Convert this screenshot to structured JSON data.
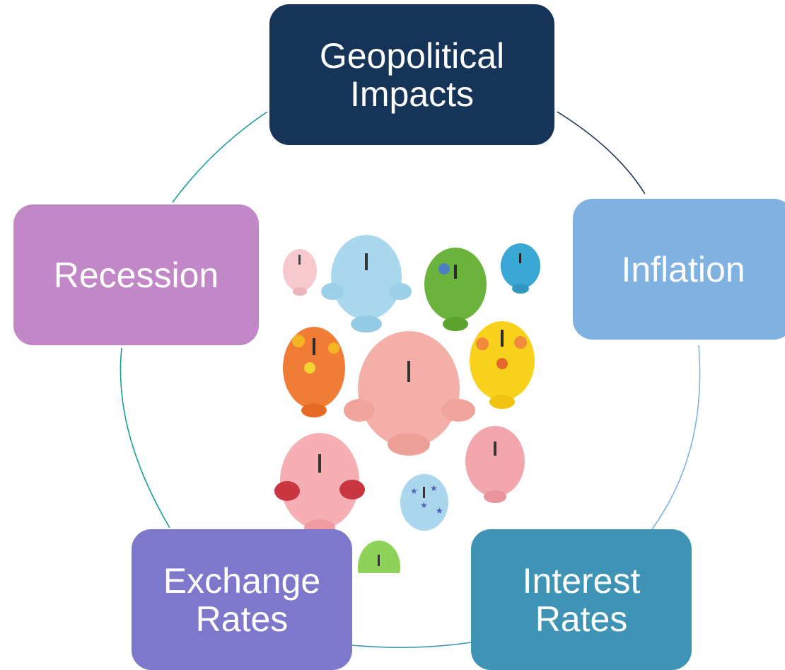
{
  "diagram": {
    "nodes": [
      {
        "id": "geopolitical",
        "label": "Geopolitical\nImpacts",
        "color": "#163457"
      },
      {
        "id": "inflation",
        "label": "Inflation",
        "color": "#7fb2e0"
      },
      {
        "id": "interest-rates",
        "label": "Interest\nRates",
        "color": "#3f94b6"
      },
      {
        "id": "exchange-rates",
        "label": "Exchange\nRates",
        "color": "#7e78cc"
      },
      {
        "id": "recession",
        "label": "Recession",
        "color": "#c287c6"
      }
    ],
    "connector_colors": [
      "#163457",
      "#7fb2e0",
      "#3f94b6",
      "#1a9c9c",
      "#1a9c9c"
    ],
    "photo": {
      "subject": "piggy-banks",
      "background": "#ffffff"
    }
  }
}
